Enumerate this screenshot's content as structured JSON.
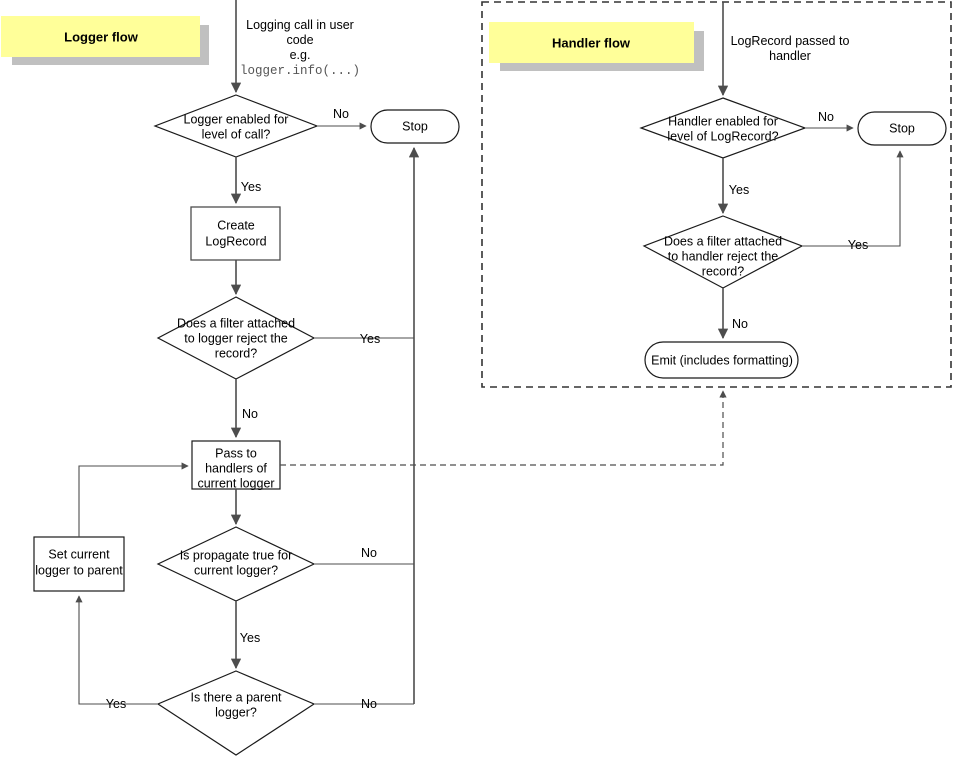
{
  "diagram": {
    "kind": "flowchart",
    "title_logger": "Logger flow",
    "title_handler": "Handler flow",
    "background_color": "#ffffff",
    "title_fill_color": "#ffff99",
    "title_shadow_color": "#c0c0c0",
    "line_color": "#4d4d4d"
  },
  "logger_flow": {
    "entry_caption": {
      "line1": "Logging call in user",
      "line2": "code",
      "line3": "e.g.",
      "line4": "logger.info(...)"
    },
    "nodes": {
      "logger_enabled": {
        "line1": "Logger enabled for",
        "line2": "level of call?",
        "shape": "decision"
      },
      "stop": {
        "label": "Stop",
        "shape": "terminator"
      },
      "create_logrecord": {
        "line1": "Create",
        "line2": "LogRecord",
        "shape": "process"
      },
      "logger_filter": {
        "line1": "Does a filter attached",
        "line2": "to logger reject the",
        "line3": "record?",
        "shape": "decision"
      },
      "pass_to_handlers": {
        "line1": "Pass to",
        "line2": "handlers of",
        "line3": "current logger",
        "shape": "process"
      },
      "is_propagate": {
        "line1": "Is propagate true for",
        "line2": "current logger?",
        "shape": "decision"
      },
      "set_parent": {
        "line1": "Set current",
        "line2": "logger to parent",
        "shape": "process"
      },
      "has_parent": {
        "line1": "Is there a parent",
        "line2": "logger?",
        "shape": "decision"
      }
    },
    "edge_labels": {
      "logger_enabled_no": "No",
      "logger_enabled_yes": "Yes",
      "logger_filter_yes": "Yes",
      "logger_filter_no": "No",
      "propagate_no": "No",
      "propagate_yes": "Yes",
      "has_parent_yes": "Yes",
      "has_parent_no": "No"
    }
  },
  "handler_flow": {
    "entry_caption": {
      "line1": "LogRecord passed to",
      "line2": "handler"
    },
    "nodes": {
      "handler_enabled": {
        "line1": "Handler enabled for",
        "line2": "level of LogRecord?",
        "shape": "decision"
      },
      "stop": {
        "label": "Stop",
        "shape": "terminator"
      },
      "handler_filter": {
        "line1": "Does a filter attached",
        "line2": "to handler reject the",
        "line3": "record?",
        "shape": "decision"
      },
      "emit": {
        "label": "Emit (includes formatting)",
        "shape": "terminator"
      }
    },
    "edge_labels": {
      "handler_enabled_no": "No",
      "handler_enabled_yes": "Yes",
      "handler_filter_yes": "Yes",
      "handler_filter_no": "No"
    }
  }
}
